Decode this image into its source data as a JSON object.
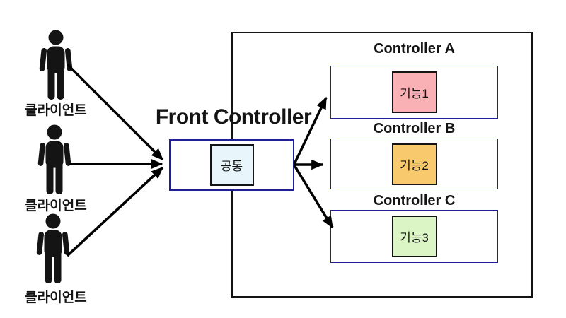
{
  "diagram": {
    "title": "Front Controller",
    "clients": [
      {
        "label": "클라이언트"
      },
      {
        "label": "클라이언트"
      },
      {
        "label": "클라이언트"
      }
    ],
    "front_controller": {
      "common_label": "공통",
      "common_fill": "#e8f6fb"
    },
    "controllers": [
      {
        "name": "Controller A",
        "feature": "기능1",
        "fill": "#f9b1b6"
      },
      {
        "name": "Controller B",
        "feature": "기능2",
        "fill": "#f8ca6d"
      },
      {
        "name": "Controller C",
        "feature": "기능3",
        "fill": "#dbf5c4"
      }
    ],
    "colors": {
      "outer_border": "#141414",
      "box_border": "#1f1f96",
      "arrow": "#000000",
      "person": "#141414"
    }
  }
}
